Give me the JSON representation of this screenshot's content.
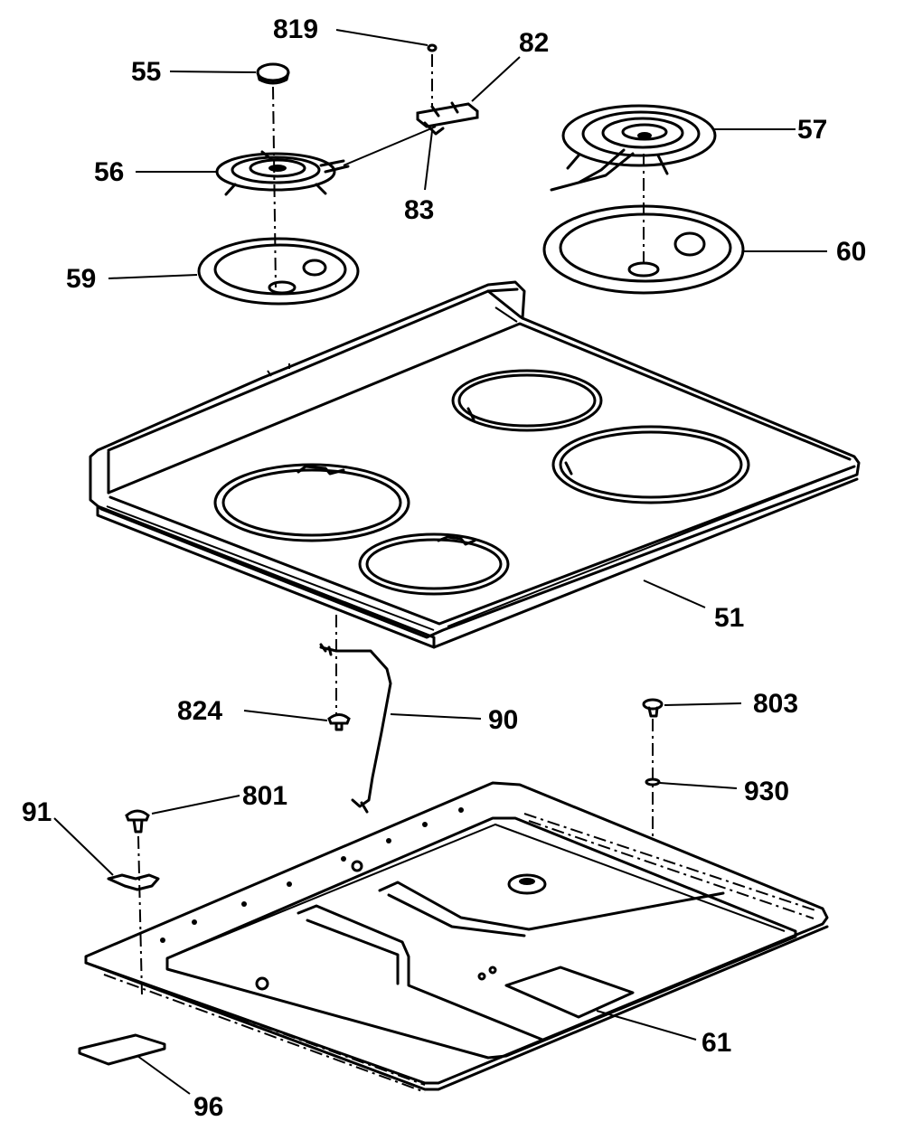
{
  "callouts": [
    {
      "id": "819",
      "text": "819"
    },
    {
      "id": "82",
      "text": "82"
    },
    {
      "id": "55",
      "text": "55"
    },
    {
      "id": "56",
      "text": "56"
    },
    {
      "id": "83",
      "text": "83"
    },
    {
      "id": "57",
      "text": "57"
    },
    {
      "id": "59",
      "text": "59"
    },
    {
      "id": "60",
      "text": "60"
    },
    {
      "id": "51",
      "text": "51"
    },
    {
      "id": "824",
      "text": "824"
    },
    {
      "id": "90",
      "text": "90"
    },
    {
      "id": "803",
      "text": "803"
    },
    {
      "id": "930",
      "text": "930"
    },
    {
      "id": "91",
      "text": "91"
    },
    {
      "id": "801",
      "text": "801"
    },
    {
      "id": "61",
      "text": "61"
    },
    {
      "id": "96",
      "text": "96"
    }
  ]
}
